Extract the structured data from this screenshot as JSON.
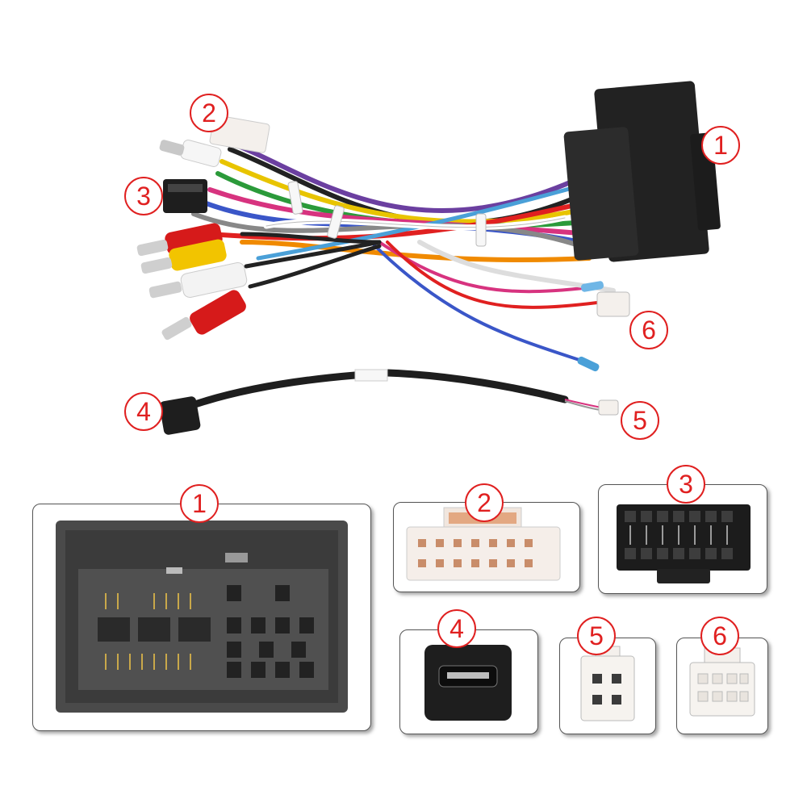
{
  "callouts": {
    "c1": "1",
    "c2": "2",
    "c3": "3",
    "c4": "4",
    "c5": "5",
    "c6": "6"
  },
  "panels": {
    "p1": "1",
    "p2": "2",
    "p3": "3",
    "p4": "4",
    "p5": "5",
    "p6": "6"
  },
  "colors": {
    "callout_red": "#e02020",
    "connector_black": "#2a2a2a",
    "connector_white": "#f4f0ec",
    "rca_red": "#d61a1a",
    "rca_yellow": "#f2c400"
  }
}
